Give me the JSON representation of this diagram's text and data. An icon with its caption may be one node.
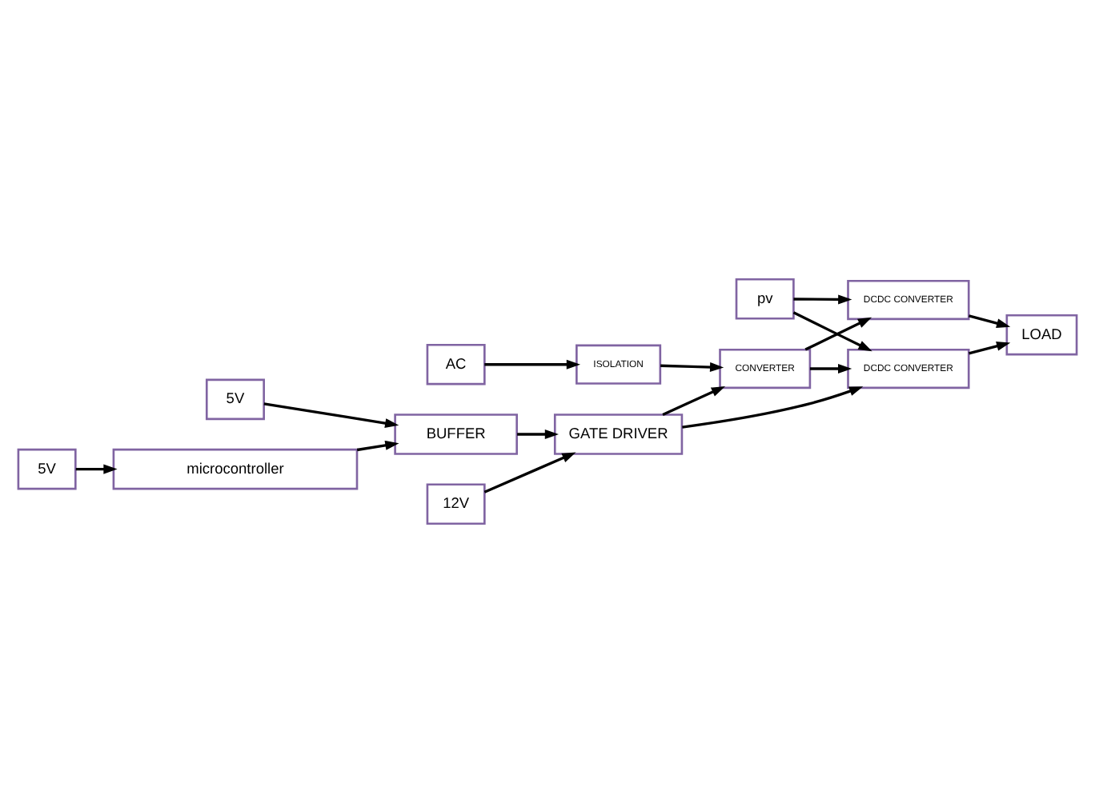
{
  "diagram": {
    "nodes": [
      {
        "text": [
          "AC"
        ]
      },
      {
        "text": [
          "ISOLATION"
        ]
      },
      {
        "text": [
          "CONVERTER"
        ]
      },
      {
        "text": [
          "pv"
        ]
      },
      {
        "text": [
          "DCDC CONVERTER"
        ]
      },
      {
        "text": [
          "LOAD"
        ]
      },
      {
        "text": [
          "DCDC CONVERTER"
        ]
      },
      {
        "text": [
          "12V"
        ]
      },
      {
        "text": [
          "GATE DRIVER"
        ]
      },
      {
        "text": [
          "5V"
        ]
      },
      {
        "text": [
          "BUFFER"
        ]
      },
      {
        "text": [
          "5V"
        ]
      },
      {
        "text": [
          "microcontroller"
        ]
      }
    ],
    "edges": [
      {
        "from": 0,
        "to": 1,
        "arrow": "to"
      },
      {
        "from": 1,
        "to": 2,
        "arrow": "to"
      },
      {
        "from": 2,
        "to": 4,
        "arrow": "to"
      },
      {
        "from": 2,
        "to": 6,
        "arrow": "to"
      },
      {
        "from": 3,
        "to": 4,
        "arrow": "to"
      },
      {
        "from": 3,
        "to": 6,
        "arrow": "to"
      },
      {
        "from": 4,
        "to": 5,
        "arrow": "to"
      },
      {
        "from": 6,
        "to": 5,
        "arrow": "to"
      },
      {
        "from": 8,
        "to": 2,
        "arrow": "to"
      },
      {
        "from": 8,
        "to": 6,
        "arrow": "to"
      },
      {
        "from": 7,
        "to": 8,
        "arrow": "to"
      },
      {
        "from": 10,
        "to": 8,
        "arrow": "to"
      },
      {
        "from": 9,
        "to": 10,
        "arrow": "to"
      },
      {
        "from": 12,
        "to": 10,
        "arrow": "to"
      },
      {
        "from": 11,
        "to": 12,
        "arrow": "to"
      }
    ]
  }
}
